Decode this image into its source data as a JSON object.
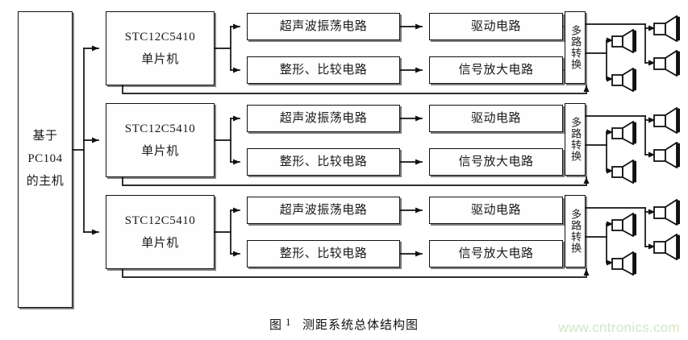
{
  "figure": {
    "caption_prefix": "图",
    "caption_number": "1",
    "caption_text": "测距系统总体结构图",
    "watermark": "www.cntronics.com",
    "colors": {
      "ink": "#111111",
      "background": "#ffffff",
      "watermark": "#cfe8c4"
    }
  },
  "host": {
    "label": "基于PC104的主机",
    "line1": "基于",
    "line2": "PC104",
    "line3": "的主机"
  },
  "rows": [
    {
      "mcu_line1": "STC12C5410",
      "mcu_line2": "单片机",
      "oscillator": "超声波振荡电路",
      "shaper": "整形、比较电路",
      "driver": "驱动电路",
      "amplifier": "信号放大电路",
      "mux": "多路转换",
      "transducers": [
        "换能器1",
        "换能器2",
        "换能器3",
        "换能器4"
      ]
    },
    {
      "mcu_line1": "STC12C5410",
      "mcu_line2": "单片机",
      "oscillator": "超声波振荡电路",
      "shaper": "整形、比较电路",
      "driver": "驱动电路",
      "amplifier": "信号放大电路",
      "mux": "多路转换",
      "transducers": [
        "换能器1",
        "换能器2",
        "换能器3",
        "换能器4"
      ]
    },
    {
      "mcu_line1": "STC12C5410",
      "mcu_line2": "单片机",
      "oscillator": "超声波振荡电路",
      "shaper": "整形、比较电路",
      "driver": "驱动电路",
      "amplifier": "信号放大电路",
      "mux": "多路转换",
      "transducers": [
        "换能器1",
        "换能器2",
        "换能器3",
        "换能器4"
      ]
    }
  ]
}
